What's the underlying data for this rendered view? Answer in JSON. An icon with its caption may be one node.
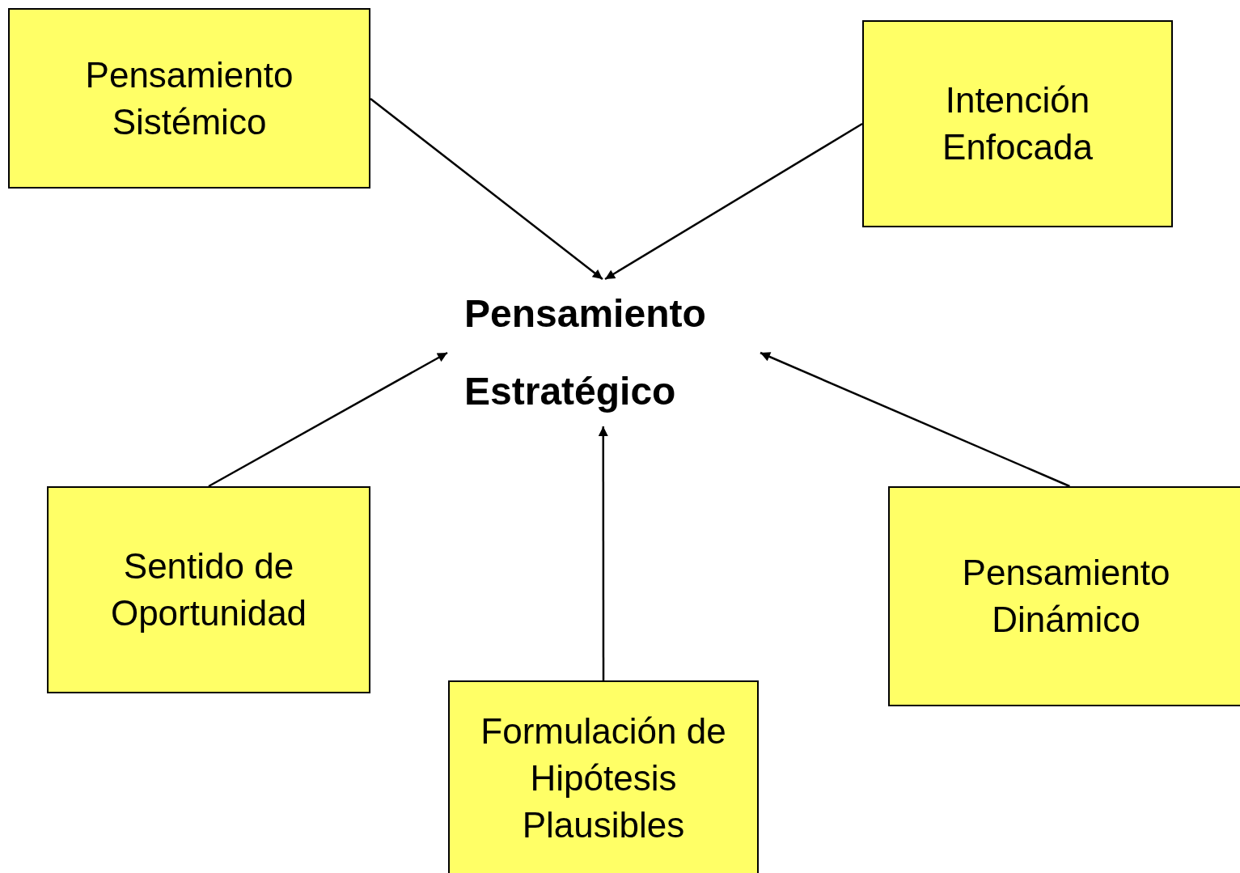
{
  "diagram": {
    "nodes": [
      {
        "text": [
          "Pensamiento Sistémico"
        ]
      },
      {
        "text": [
          "Intención Enfocada"
        ]
      },
      {
        "text": [
          "Pensamiento Estratégico"
        ]
      },
      {
        "text": [
          "Sentido de Oportunidad"
        ]
      },
      {
        "text": [
          "Formulación de Hipótesis Plausibles"
        ]
      },
      {
        "text": [
          "Pensamiento Dinámico"
        ]
      }
    ],
    "edges": [
      {
        "from": 0,
        "to": 2,
        "arrow": "to"
      },
      {
        "from": 1,
        "to": 2,
        "arrow": "to"
      },
      {
        "from": 3,
        "to": 2,
        "arrow": "to"
      },
      {
        "from": 4,
        "to": 2,
        "arrow": "to"
      },
      {
        "from": 5,
        "to": 2,
        "arrow": "to"
      }
    ]
  }
}
